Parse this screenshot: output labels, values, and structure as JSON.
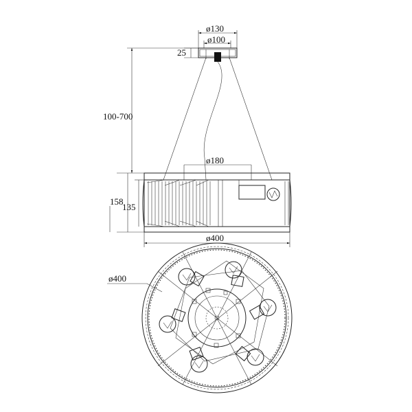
{
  "dimensions": {
    "canopy_outer": "ø130",
    "canopy_inner": "ø100",
    "canopy_height": "25",
    "suspension_length": "100-700",
    "inner_ring": "ø180",
    "total_height": "158",
    "body_height": "135",
    "body_diameter": "ø400",
    "plan_diameter": "ø400"
  }
}
